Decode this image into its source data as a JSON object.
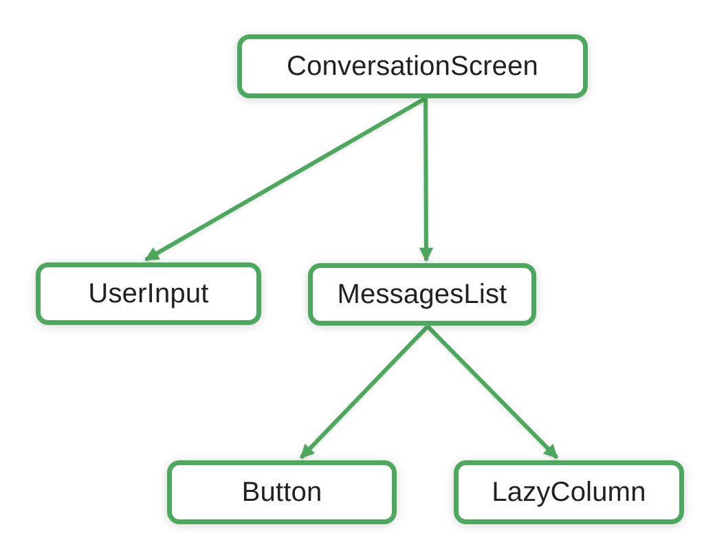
{
  "diagram": {
    "type": "tree",
    "description": "UI composable hierarchy tree",
    "colors": {
      "background": "#ffffff",
      "accent": "#4CA85C",
      "node_fill": "#ffffff",
      "text": "#202124"
    },
    "nodes": [
      {
        "id": "conversation-screen",
        "label": "ConversationScreen"
      },
      {
        "id": "user-input",
        "label": "UserInput"
      },
      {
        "id": "messages-list",
        "label": "MessagesList"
      },
      {
        "id": "button",
        "label": "Button"
      },
      {
        "id": "lazy-column",
        "label": "LazyColumn"
      }
    ],
    "edges": [
      {
        "from": "ConversationScreen",
        "to": "UserInput"
      },
      {
        "from": "ConversationScreen",
        "to": "MessagesList"
      },
      {
        "from": "MessagesList",
        "to": "Button"
      },
      {
        "from": "MessagesList",
        "to": "LazyColumn"
      }
    ]
  }
}
